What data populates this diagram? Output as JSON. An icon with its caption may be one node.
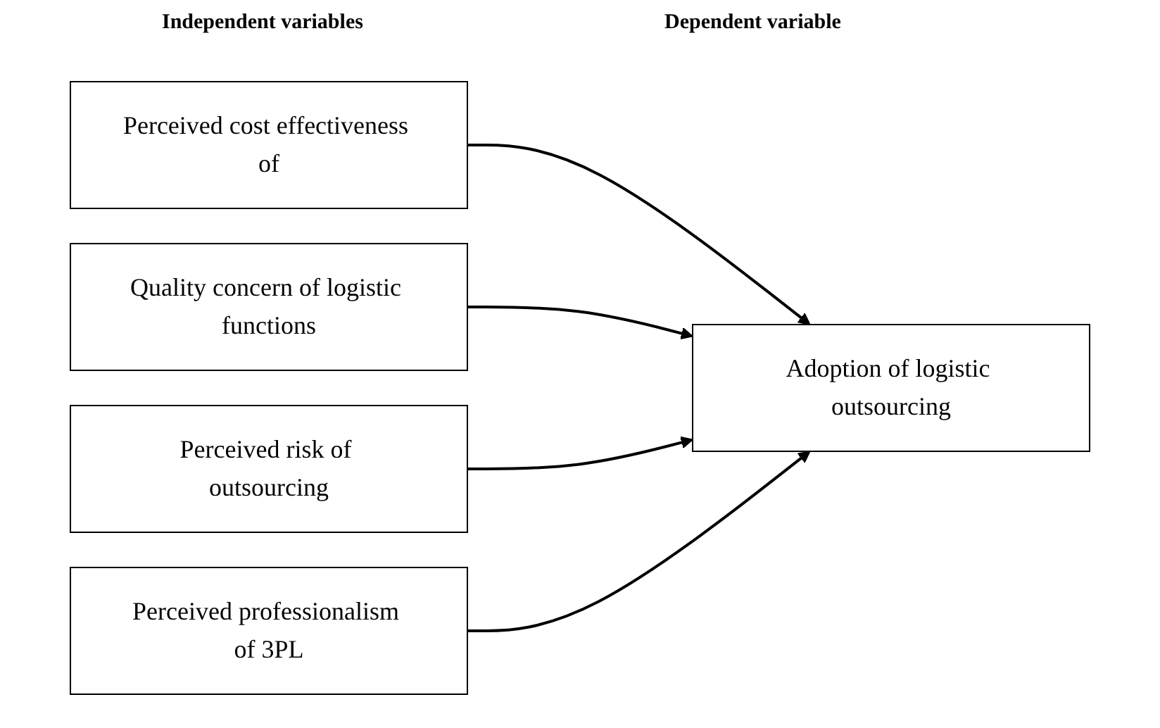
{
  "diagram": {
    "nodes": [
      {
        "text": [
          "Perceived cost effectiveness of"
        ]
      },
      {
        "text": [
          "Quality concern of logistic functions"
        ]
      },
      {
        "text": [
          "Perceived risk of outsourcing"
        ]
      },
      {
        "text": [
          "Perceived professionalism of 3PL"
        ]
      },
      {
        "text": [
          "Adoption of logistic outsourcing"
        ]
      }
    ],
    "edges": [
      {
        "from": 0,
        "to": 4,
        "arrow": "to"
      },
      {
        "from": 1,
        "to": 4,
        "arrow": "to"
      },
      {
        "from": 2,
        "to": 4,
        "arrow": "to"
      },
      {
        "from": 3,
        "to": 4,
        "arrow": "to"
      }
    ],
    "labels": [
      "Independent variables",
      "Dependent variable"
    ]
  }
}
